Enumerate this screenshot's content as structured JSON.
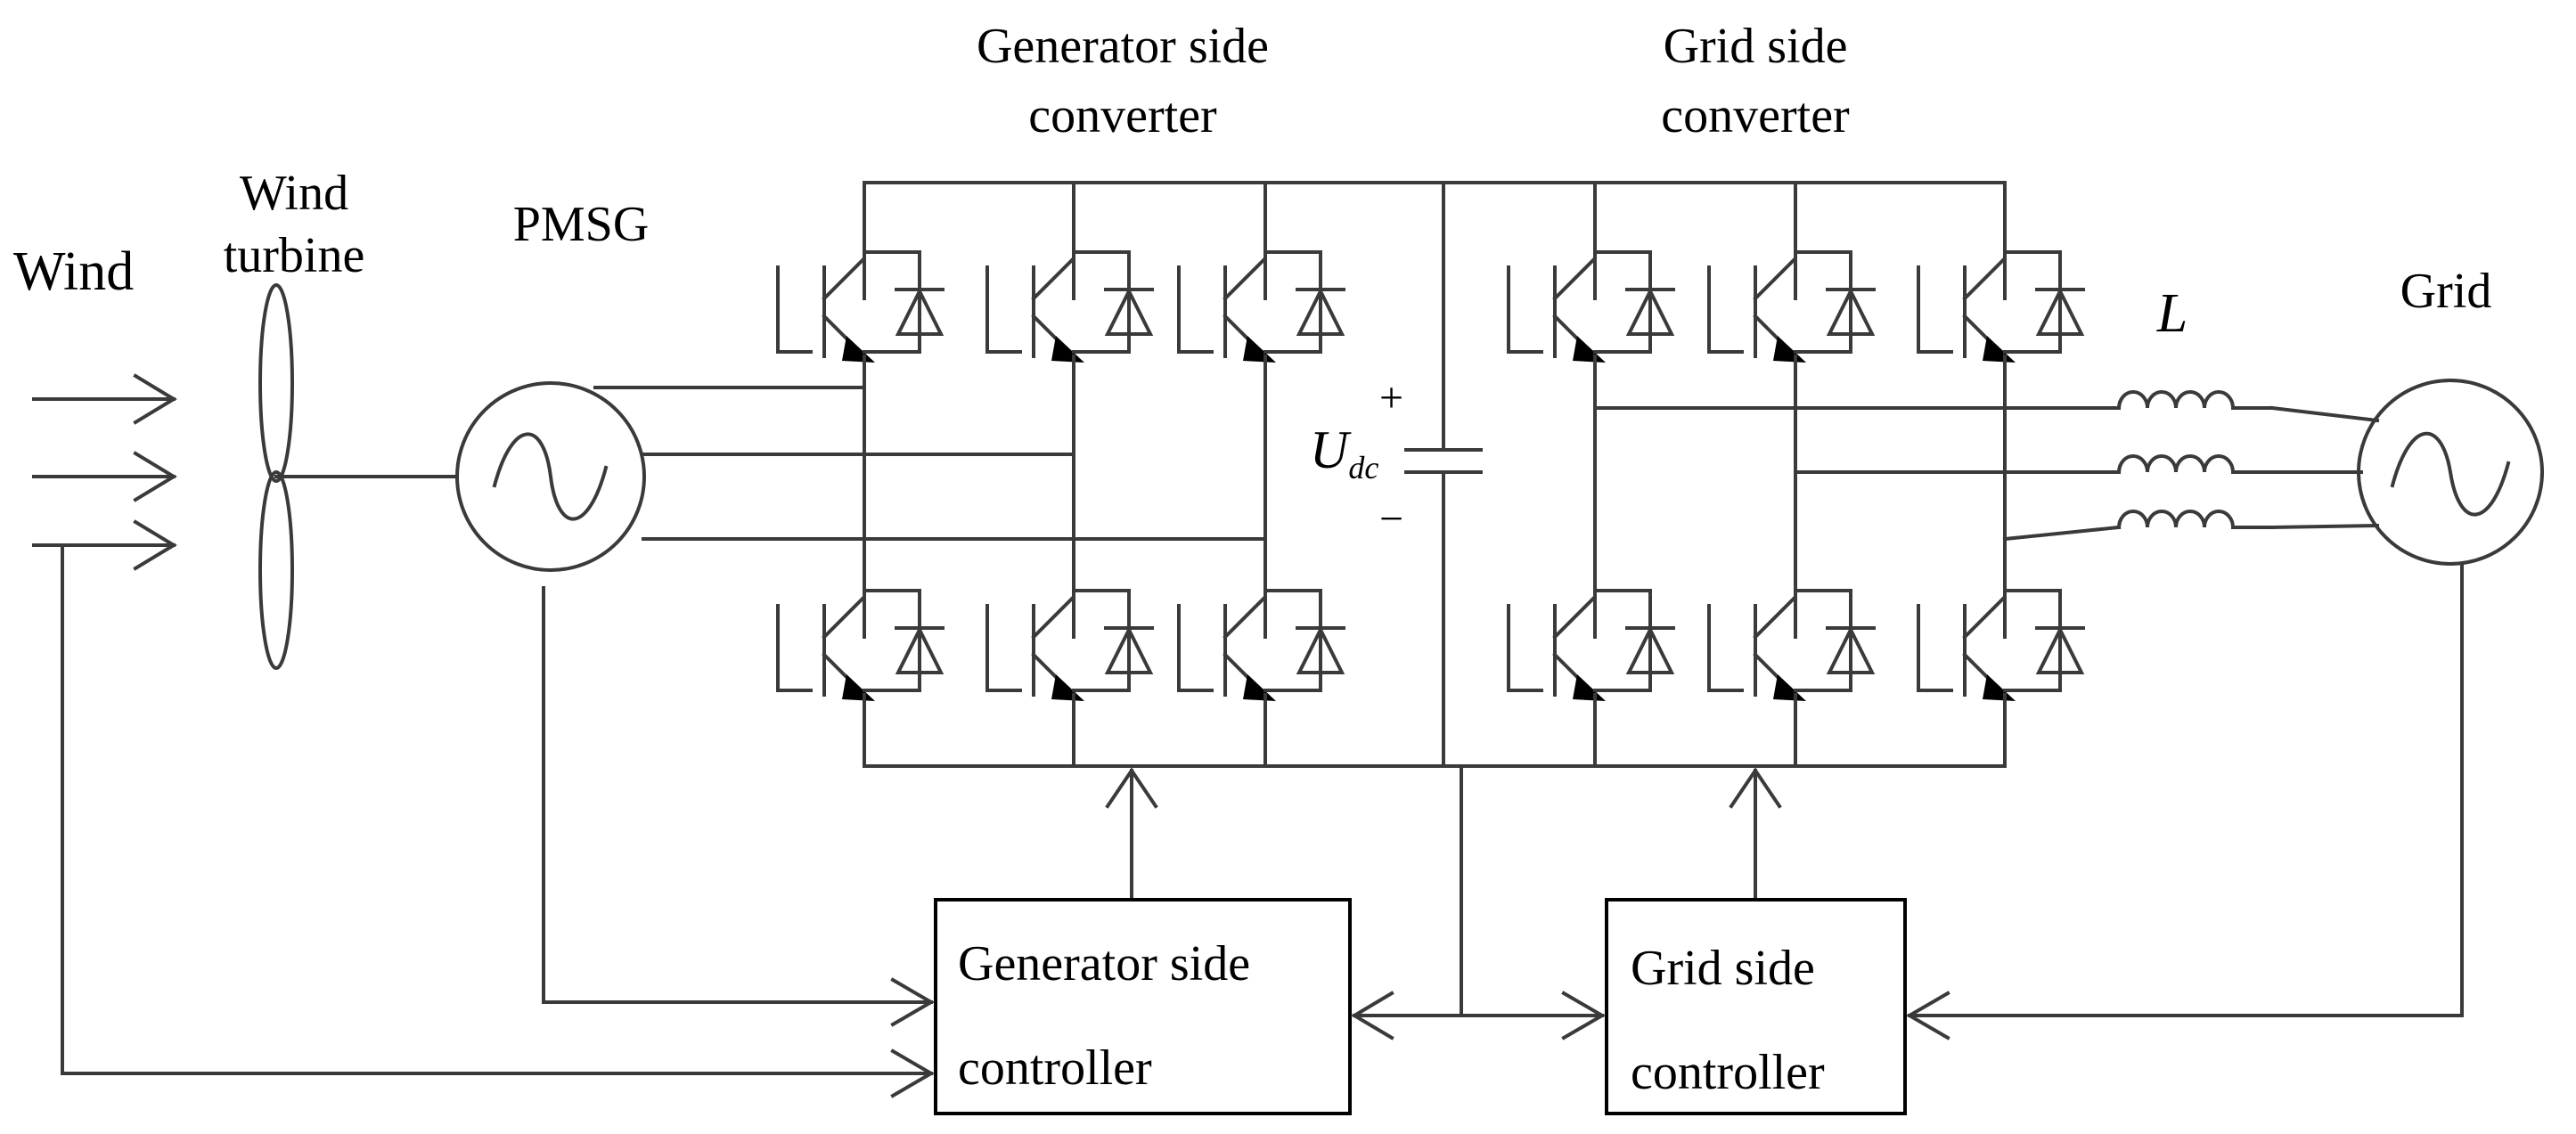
{
  "labels": {
    "wind": "Wind",
    "wind_turbine_1": "Wind",
    "wind_turbine_2": "turbine",
    "pmsg": "PMSG",
    "gen_converter_1": "Generator side",
    "gen_converter_2": "converter",
    "grid_converter_1": "Grid side",
    "grid_converter_2": "converter",
    "udc_main": "U",
    "udc_sub": "dc",
    "plus": "+",
    "minus": "−",
    "inductor": "L",
    "grid": "Grid",
    "gen_controller_1": "Generator side",
    "gen_controller_2": "controller",
    "grid_controller_1": "Grid side",
    "grid_controller_2": "controller"
  },
  "icons": [
    "wind-arrow-icon",
    "turbine-blade-icon",
    "ac-source-icon",
    "igbt-icon",
    "diode-icon",
    "capacitor-icon",
    "inductor-icon"
  ],
  "colors": {
    "line": "#3a3a3a",
    "box": "#000000",
    "background": "#ffffff"
  }
}
